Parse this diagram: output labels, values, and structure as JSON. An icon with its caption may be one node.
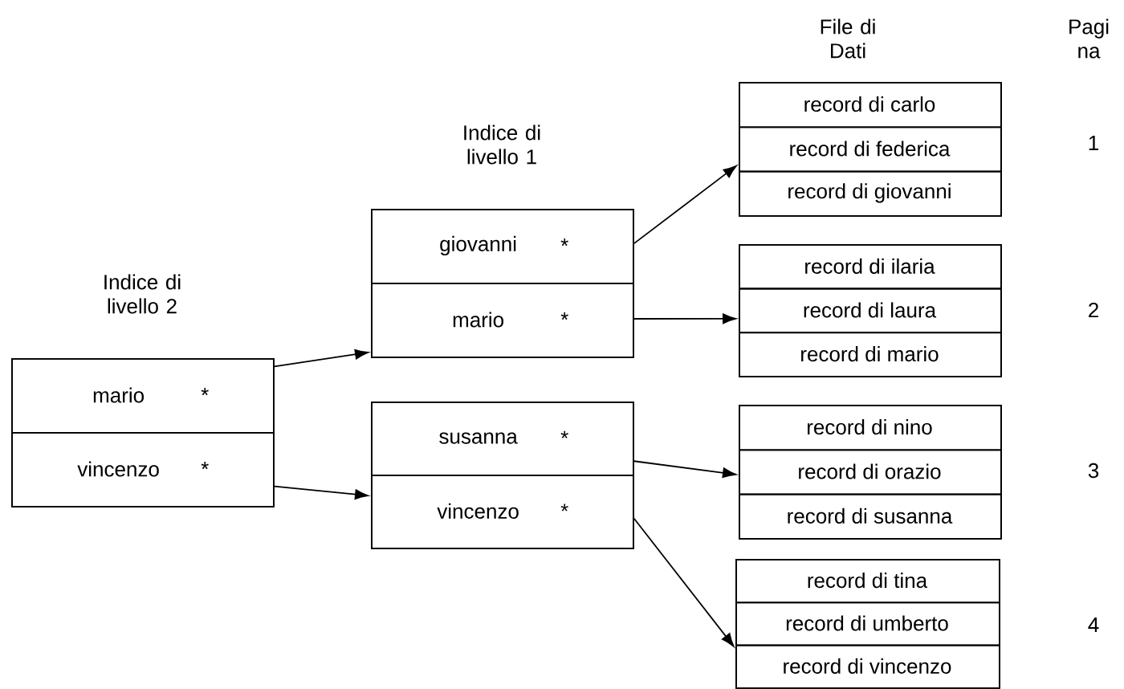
{
  "diagram": {
    "nodes": [
      {
        "text": [
          "Indice di livello 2"
        ]
      },
      {
        "text": [
          "mario",
          "*"
        ],
        "in": 0
      },
      {
        "text": [
          "vincenzo",
          "*"
        ],
        "in": 0
      },
      {
        "text": [
          "Indice di livello 1"
        ]
      },
      {
        "text": [
          "giovanni",
          "*"
        ],
        "in": 3
      },
      {
        "text": [
          "mario",
          "*"
        ],
        "in": 3
      },
      {
        "text": [],
        "shape": "box"
      },
      {
        "text": [
          "susanna",
          "*"
        ],
        "in": 6
      },
      {
        "text": [
          "vincenzo",
          "*"
        ],
        "in": 6
      },
      {
        "text": [],
        "shape": "box"
      },
      {
        "text": [
          "record di carlo"
        ],
        "in": 9
      },
      {
        "text": [
          "record di federica"
        ],
        "in": 9
      },
      {
        "text": [
          "record di giovanni"
        ],
        "in": 9
      },
      {
        "text": [],
        "shape": "box"
      },
      {
        "text": [
          "record di ilaria"
        ],
        "in": 13
      },
      {
        "text": [
          "record di laura"
        ],
        "in": 13
      },
      {
        "text": [
          "record di mario"
        ],
        "in": 13
      },
      {
        "text": [],
        "shape": "box"
      },
      {
        "text": [
          "record di nino"
        ],
        "in": 17
      },
      {
        "text": [
          "record di orazio"
        ],
        "in": 17
      },
      {
        "text": [
          "record di susanna"
        ],
        "in": 17
      },
      {
        "text": [],
        "shape": "box"
      },
      {
        "text": [
          "record di tina"
        ],
        "in": 21
      },
      {
        "text": [
          "record di umberto"
        ],
        "in": 21
      },
      {
        "text": [
          "record di vincenzo"
        ],
        "in": 21
      }
    ],
    "edges": [
      {
        "from": 1,
        "to": 3,
        "arrow": "to"
      },
      {
        "from": 2,
        "to": 6,
        "arrow": "to"
      },
      {
        "from": 4,
        "to": 9,
        "arrow": "to"
      },
      {
        "from": 5,
        "to": 13,
        "arrow": "to"
      },
      {
        "from": 7,
        "to": 17,
        "arrow": "to"
      },
      {
        "from": 8,
        "to": 21,
        "arrow": "to"
      }
    ],
    "labels": [
      "File di Dati",
      "Pagi na",
      "1",
      "2",
      "3",
      "4"
    ]
  }
}
